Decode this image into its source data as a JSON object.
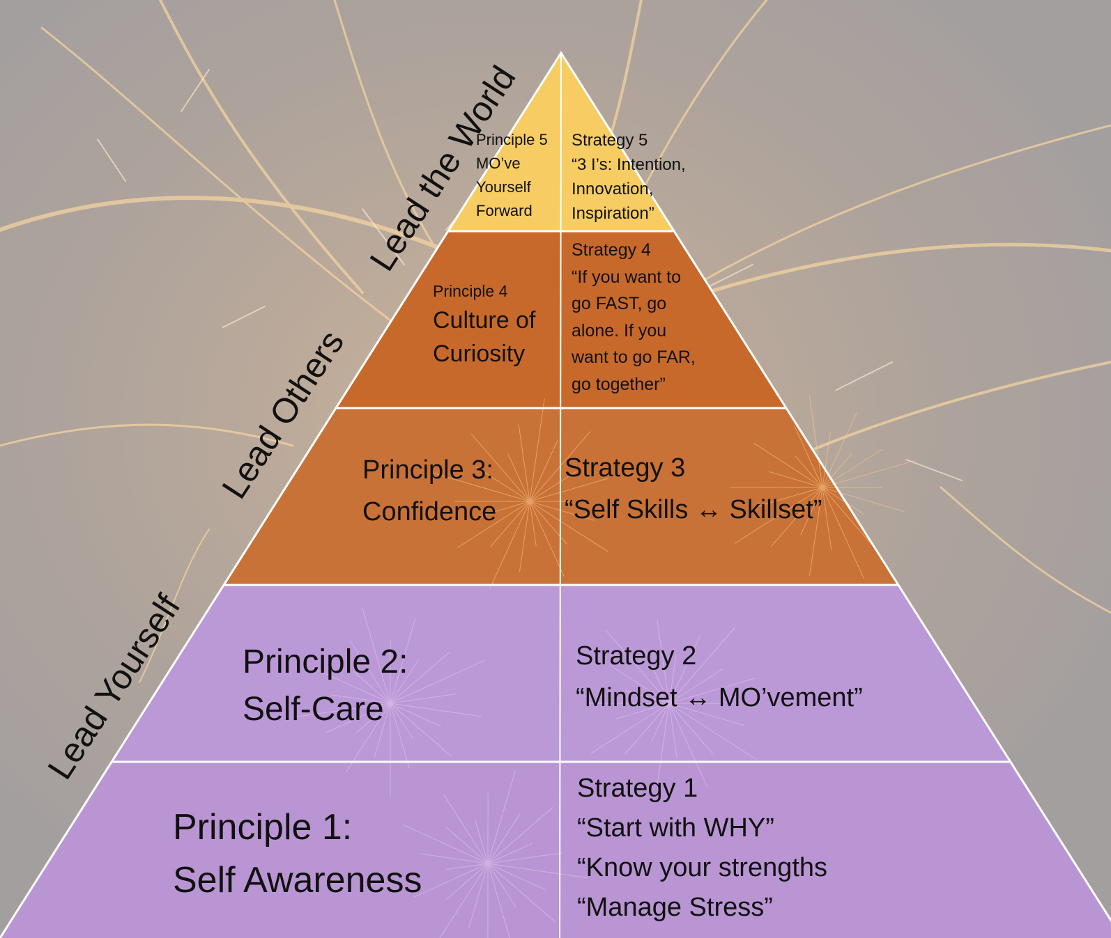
{
  "side_labels": {
    "lead_world": "Lead the World",
    "lead_others": "Lead Others",
    "lead_yourself": "Lead Yourself"
  },
  "colors": {
    "level5": "#f6cc63",
    "level4": "#c8692c",
    "level3": "#c97238",
    "level2": "#bb98d6",
    "level1": "#b996d3",
    "divider": "#ffffff"
  },
  "levels": {
    "level5": {
      "principle": [
        "Principle 5",
        "MO’ve",
        "Yourself",
        "Forward"
      ],
      "strategy": [
        "Strategy 5",
        "“3 I’s: Intention,",
        "Innovation,",
        "Inspiration”"
      ]
    },
    "level4": {
      "principle_heading": "Principle 4",
      "principle_title": [
        "Culture of",
        "Curiosity"
      ],
      "strategy": [
        "Strategy 4",
        "“If you want to",
        "go FAST, go",
        "alone. If you",
        "want to go FAR,",
        "go together”"
      ]
    },
    "level3": {
      "principle": [
        "Principle 3:",
        "Confidence"
      ],
      "strategy": [
        "Strategy 3",
        "“Self Skills ↔ Skillset”"
      ]
    },
    "level2": {
      "principle": [
        "Principle 2:",
        "Self-Care"
      ],
      "strategy": [
        "Strategy 2",
        "“Mindset ↔ MO’vement”"
      ]
    },
    "level1": {
      "principle": [
        "Principle 1:",
        "Self Awareness"
      ],
      "strategy": [
        "Strategy 1",
        "“Start with WHY”",
        "“Know your strengths",
        "“Manage Stress”"
      ]
    }
  }
}
